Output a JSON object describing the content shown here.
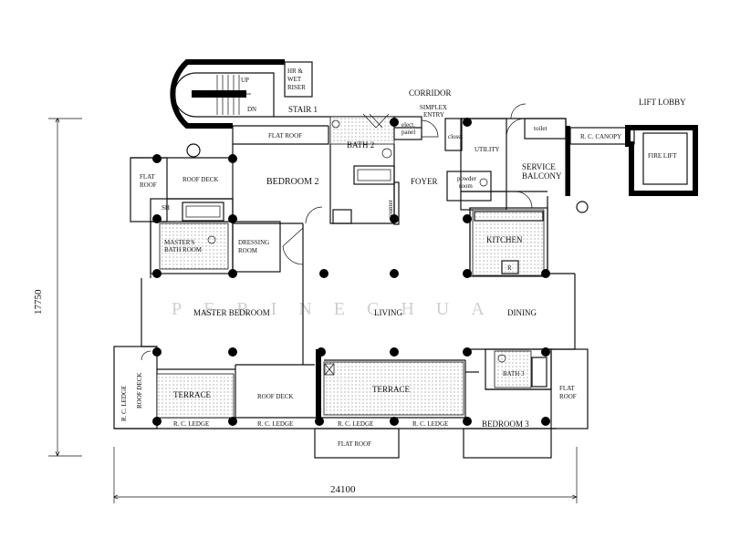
{
  "title_labels": {
    "corridor": "CORRIDOR",
    "lift_lobby": "LIFT LOBBY"
  },
  "rooms": {
    "stair": "STAIR 1",
    "stair_up": "UP",
    "stair_dn": "DN",
    "hr_riser_1": "HR &",
    "hr_riser_2": "WET",
    "hr_riser_3": "RISER",
    "flat_roof_top": "FLAT ROOF",
    "bath2": "BATH 2",
    "elect_1": "elect.",
    "elect_2": "panel",
    "simplex_1": "SIMPLEX",
    "simplex_2": "ENTRY",
    "closet": "closet",
    "utility": "UTILITY",
    "toilet": "toilet",
    "rc_canopy": "R. C. CANOPY",
    "fire_lift": "FIRE LIFT",
    "flat_roof_left_1": "FLAT",
    "flat_roof_left_2": "ROOF",
    "roof_deck_top": "ROOF DECK",
    "bedroom2": "BEDROOM 2",
    "foyer": "FOYER",
    "powder_1": "powder",
    "powder_2": "room",
    "service_1": "SERVICE",
    "service_2": "BALCONY",
    "counter": "counter",
    "sh": "SH",
    "master_bath_1": "MASTER'S",
    "master_bath_2": "BATH ROOM",
    "dressing_1": "DRESSING",
    "dressing_2": "ROOM",
    "kitchen": "KITCHEN",
    "fridge": "R",
    "master_bedroom": "MASTER BEDROOM",
    "living": "LIVING",
    "dining": "DINING",
    "rc_ledge_vertical": "R. C. LEDGE",
    "roof_deck_vertical": "ROOF DECK",
    "terrace_left": "TERRACE",
    "roof_deck_mid": "ROOF DECK",
    "terrace_mid": "TERRACE",
    "bath3": "BATH 3",
    "flat_roof_right_1": "FLAT",
    "flat_roof_right_2": "ROOF",
    "bedroom3": "BEDROOM 3",
    "rc_ledge_1": "R. C. LEDGE",
    "rc_ledge_2": "R. C. LEDGE",
    "rc_ledge_3": "R. C. LEDGE",
    "rc_ledge_4": "R. C. LEDGE",
    "flat_roof_bottom": "FLAT ROOF"
  },
  "dimensions": {
    "width": "24100",
    "height": "17750"
  },
  "watermark": "PERINECHUA"
}
